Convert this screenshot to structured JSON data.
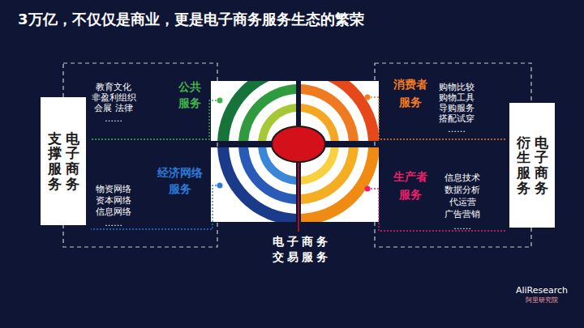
{
  "diagram": {
    "title": "3万亿，不仅仅是商业，更是电子商务服务生态的繁荣",
    "nodes": [
      {
        "text": [
          "电子商务",
          "支撑服务"
        ]
      },
      {
        "text": [
          "电子商务",
          "衍生服务"
        ]
      }
    ],
    "labels": [
      "教育文化 非盈利组织 会展 法律 ……",
      "物资网络 资本网络 信息网络 ……",
      "公共 服务",
      "经济网络 服务",
      "消费者 服务",
      "生产者 服务",
      "购物比较 购物工具 导购服务 搭配试穿 ……",
      "信息技术 数据分析 代运营 广告营销 ……",
      "电子商务 交易服务",
      "AliResearch",
      "阿里研究院"
    ]
  }
}
